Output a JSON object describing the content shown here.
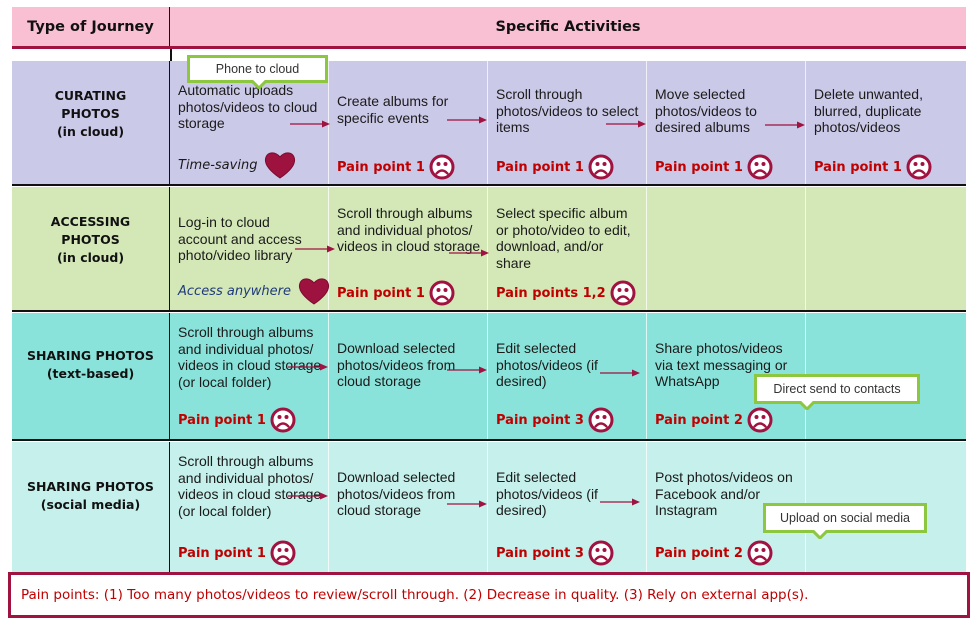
{
  "header": {
    "type_of_journey": "Type of Journey",
    "specific_activities": "Specific Activities"
  },
  "colors": {
    "header_bg": "#f9bfd3",
    "accent_maroon": "#a0123f",
    "pain_text": "#c00000",
    "callout_border": "#8dc63f",
    "row_curating": "#cbc9e8",
    "row_accessing": "#d4e8b7",
    "row_sharing_text": "#8ae3da",
    "row_sharing_social": "#c5f0eb"
  },
  "rows": [
    {
      "type_line1": "CURATING",
      "type_line2": "PHOTOS",
      "type_line3": "(in cloud)",
      "activities": [
        {
          "text": "Automatic uploads photos/videos to cloud storage",
          "note": "Time-saving",
          "note_icon": "heart-icon"
        },
        {
          "text": "Create albums for specific events",
          "pain": "Pain point 1",
          "pain_icon": "sad-face-icon"
        },
        {
          "text": "Scroll through photos/videos to select items",
          "pain": "Pain point 1",
          "pain_icon": "sad-face-icon"
        },
        {
          "text": "Move selected photos/videos to desired albums",
          "pain": "Pain point 1",
          "pain_icon": "sad-face-icon"
        },
        {
          "text": "Delete unwanted, blurred, duplicate photos/videos",
          "pain": "Pain point 1",
          "pain_icon": "sad-face-icon"
        }
      ],
      "callout": "Phone to cloud"
    },
    {
      "type_line1": "ACCESSING",
      "type_line2": "PHOTOS",
      "type_line3": "(in cloud)",
      "activities": [
        {
          "text": "Log-in to cloud account and access photo/video library",
          "note": "Access anywhere",
          "note_icon": "heart-icon"
        },
        {
          "text": "Scroll through albums and individual photos/ videos in cloud storage",
          "pain": "Pain point 1",
          "pain_icon": "sad-face-icon"
        },
        {
          "text": "Select specific album or photo/video to edit, download, and/or share",
          "pain": "Pain points 1,2",
          "pain_icon": "sad-face-icon"
        }
      ]
    },
    {
      "type_line1": "SHARING PHOTOS",
      "type_line2": "(text-based)",
      "activities": [
        {
          "text": "Scroll through albums and individual photos/ videos in cloud storage (or local folder)",
          "pain": "Pain point 1",
          "pain_icon": "sad-face-icon"
        },
        {
          "text": "Download selected photos/videos from cloud storage"
        },
        {
          "text": "Edit selected photos/videos (if desired)",
          "pain": "Pain point 3",
          "pain_icon": "sad-face-icon"
        },
        {
          "text": "Share photos/videos via text messaging or WhatsApp",
          "pain": "Pain point 2",
          "pain_icon": "sad-face-icon"
        }
      ],
      "callout": "Direct send to contacts"
    },
    {
      "type_line1": "SHARING PHOTOS",
      "type_line2": "(social media)",
      "activities": [
        {
          "text": "Scroll through albums and individual photos/ videos in cloud storage (or local folder)",
          "pain": "Pain point 1",
          "pain_icon": "sad-face-icon"
        },
        {
          "text": "Download selected photos/videos from cloud storage"
        },
        {
          "text": "Edit selected photos/videos (if desired)",
          "pain": "Pain point 3",
          "pain_icon": "sad-face-icon"
        },
        {
          "text": "Post photos/videos on Facebook and/or Instagram",
          "pain": "Pain point 2",
          "pain_icon": "sad-face-icon"
        }
      ],
      "callout": "Upload on social media"
    }
  ],
  "footer": {
    "pain_points_legend": "Pain points: (1) Too many photos/videos to review/scroll through. (2) Decrease in quality. (3) Rely on external app(s)."
  }
}
